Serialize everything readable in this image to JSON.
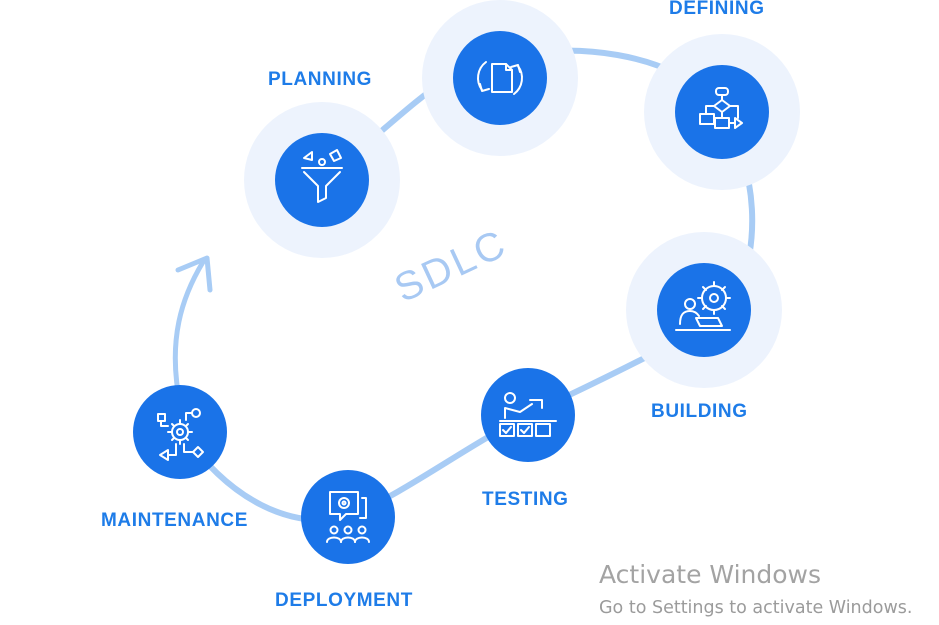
{
  "diagram": {
    "center_title": "SDLC",
    "stages": [
      {
        "id": "planning",
        "label": "PLANNING",
        "icon": "funnel-icon"
      },
      {
        "id": "analysis",
        "label": "",
        "icon": "document-cycle-icon"
      },
      {
        "id": "defining",
        "label": "DEFINING",
        "icon": "flowchart-icon"
      },
      {
        "id": "building",
        "label": "BUILDING",
        "icon": "developer-gear-icon"
      },
      {
        "id": "testing",
        "label": "TESTING",
        "icon": "tester-checklist-icon"
      },
      {
        "id": "deployment",
        "label": "DEPLOYMENT",
        "icon": "chat-gear-team-icon"
      },
      {
        "id": "maintenance",
        "label": "MAINTENANCE",
        "icon": "process-gear-icon"
      }
    ],
    "colors": {
      "accent": "#1e7ce8",
      "circle": "#1a73e8",
      "halo": "#edf3fd",
      "path": "#a8ccf5",
      "title": "#a8c9f3"
    }
  },
  "watermark": {
    "title": "Activate Windows",
    "subtitle": "Go to Settings to activate Windows."
  }
}
